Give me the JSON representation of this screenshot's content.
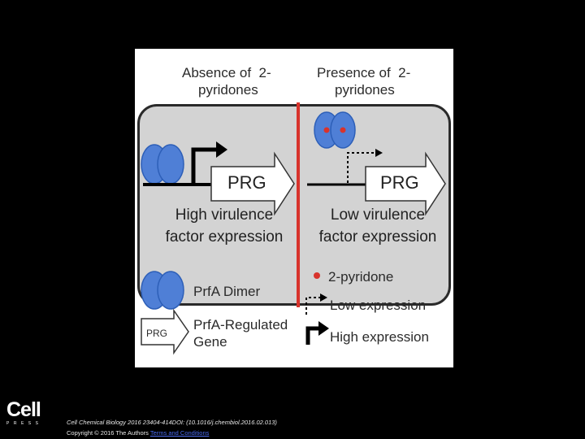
{
  "figure": {
    "left_heading": [
      "Absence of  2-",
      "pyridones"
    ],
    "right_heading": [
      "Presence of  2-",
      "pyridones"
    ],
    "left_gene_label": "PRG",
    "right_gene_label": "PRG",
    "left_outcome": [
      "High virulence",
      "factor expression"
    ],
    "right_outcome": [
      "Low virulence",
      "factor expression"
    ],
    "colors": {
      "dimer": "#4f7fd6",
      "dimer_outline": "#2d5fb8",
      "pyridone_dot": "#d8332c",
      "divider": "#d8332c",
      "cell_fill": "#d3d3d3"
    }
  },
  "legend": {
    "dimer_label": "PrfA Dimer",
    "gene_icon_label": "PRG",
    "gene_label": [
      "PrfA-Regulated",
      "Gene"
    ],
    "pyridone_label": "2-pyridone",
    "low_label": "Low expression",
    "high_label": "High expression"
  },
  "footer": {
    "citation": "Cell Chemical Biology 2016 23404-414DOI: (10.1016/j.chembiol.2016.02.013)",
    "copyright": "Copyright © 2016 The Authors ",
    "link": "Terms and Conditions"
  },
  "logo": {
    "word": "Cell",
    "sub": "PRESS"
  }
}
